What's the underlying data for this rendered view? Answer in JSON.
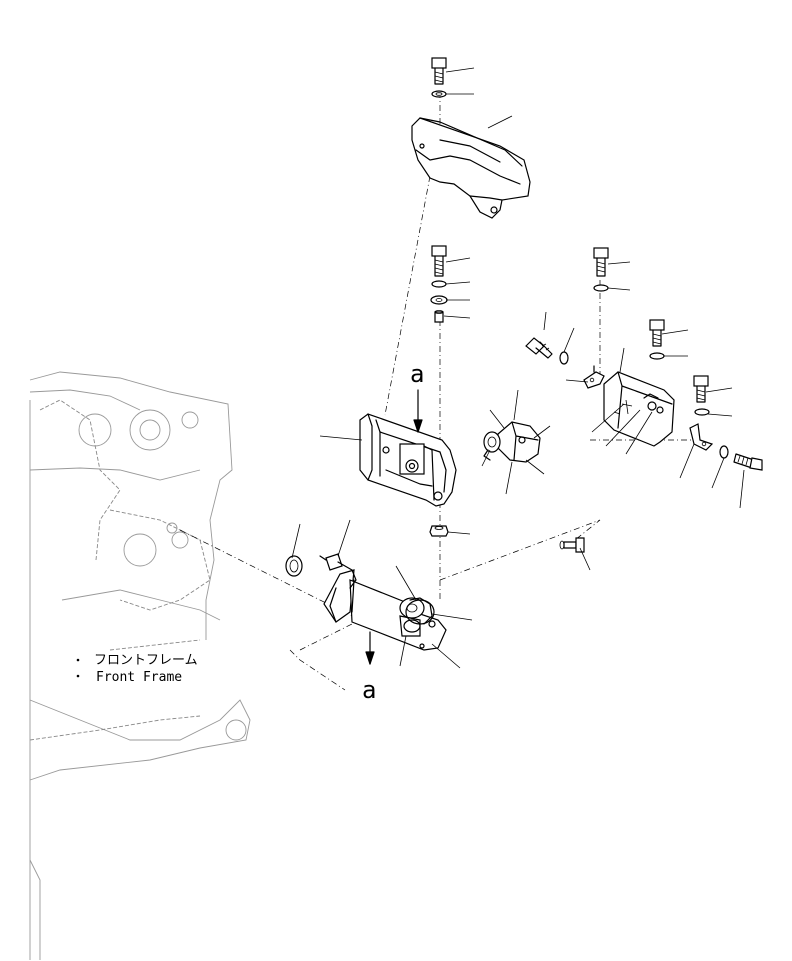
{
  "frame_label": {
    "jp": "フロントフレーム",
    "en": "Front Frame"
  },
  "view_marks": {
    "top": "a",
    "bottom": "a"
  }
}
